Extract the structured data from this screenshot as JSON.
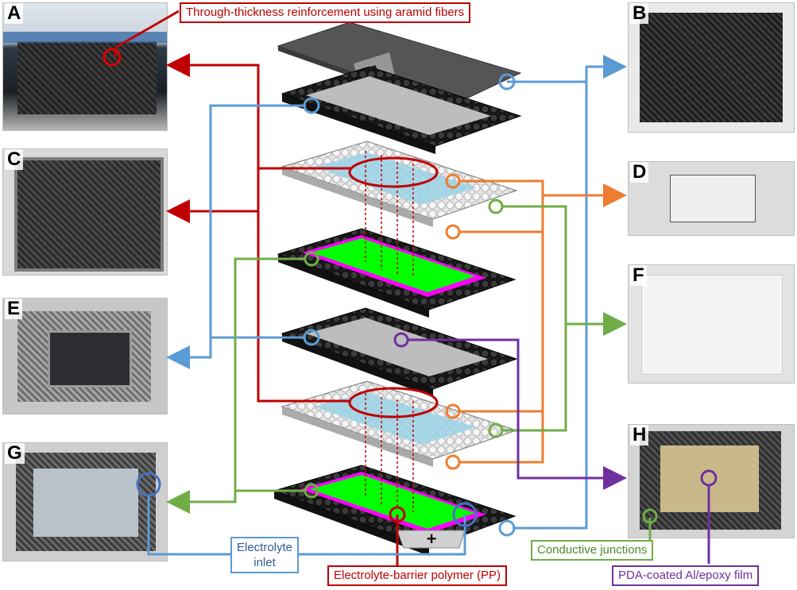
{
  "panels": {
    "A": "A",
    "B": "B",
    "C": "C",
    "D": "D",
    "E": "E",
    "F": "F",
    "G": "G",
    "H": "H"
  },
  "callouts": {
    "top_red": "Through-thickness reinforcement using aramid fibers",
    "electrolyte_inlet_line1": "Electrolyte",
    "electrolyte_inlet_line2": "inlet",
    "barrier_polymer": "Electrolyte-barrier polymer (PP)",
    "conductive_junctions": "Conductive junctions",
    "pda_film": "PDA-coated Al/epoxy film"
  },
  "stack_terminal_symbol": "+",
  "colors": {
    "red": "#c00000",
    "blue": "#5b9bd5",
    "orange": "#ed7d31",
    "green": "#70ad47",
    "purple": "#7030a0",
    "cyan_layer": "#9fd3e6",
    "electrode_green": "#00ff00",
    "magenta_frame": "#ff00ff"
  }
}
